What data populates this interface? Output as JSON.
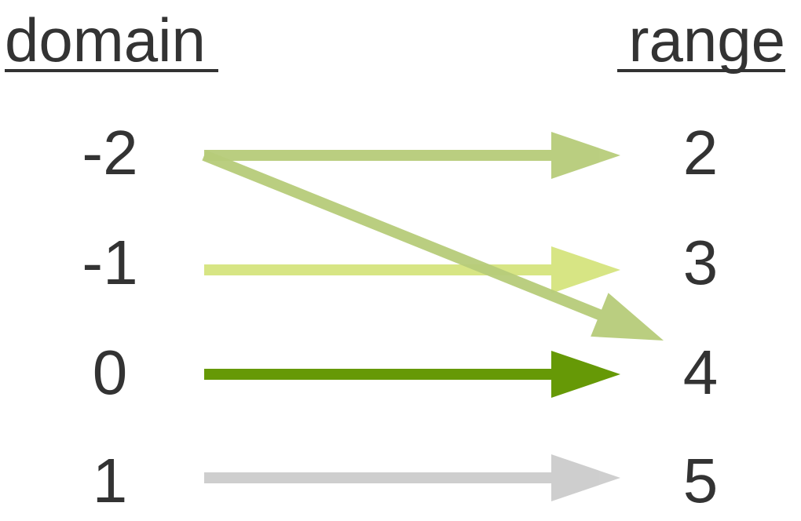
{
  "headers": {
    "domain": "domain",
    "range": "range"
  },
  "domain_values": [
    "-2",
    "-1",
    "0",
    "1"
  ],
  "range_values": [
    "2",
    "3",
    "4",
    "5"
  ],
  "mappings": [
    {
      "from": "-2",
      "to": "2",
      "color": "#b7cc7a"
    },
    {
      "from": "-1",
      "to": "3",
      "color": "#d5e47e"
    },
    {
      "from": "-2",
      "to": "4",
      "color": "#b7cc7a"
    },
    {
      "from": "0",
      "to": "4",
      "color": "#669906"
    },
    {
      "from": "1",
      "to": "5",
      "color": "#cccccc"
    }
  ]
}
